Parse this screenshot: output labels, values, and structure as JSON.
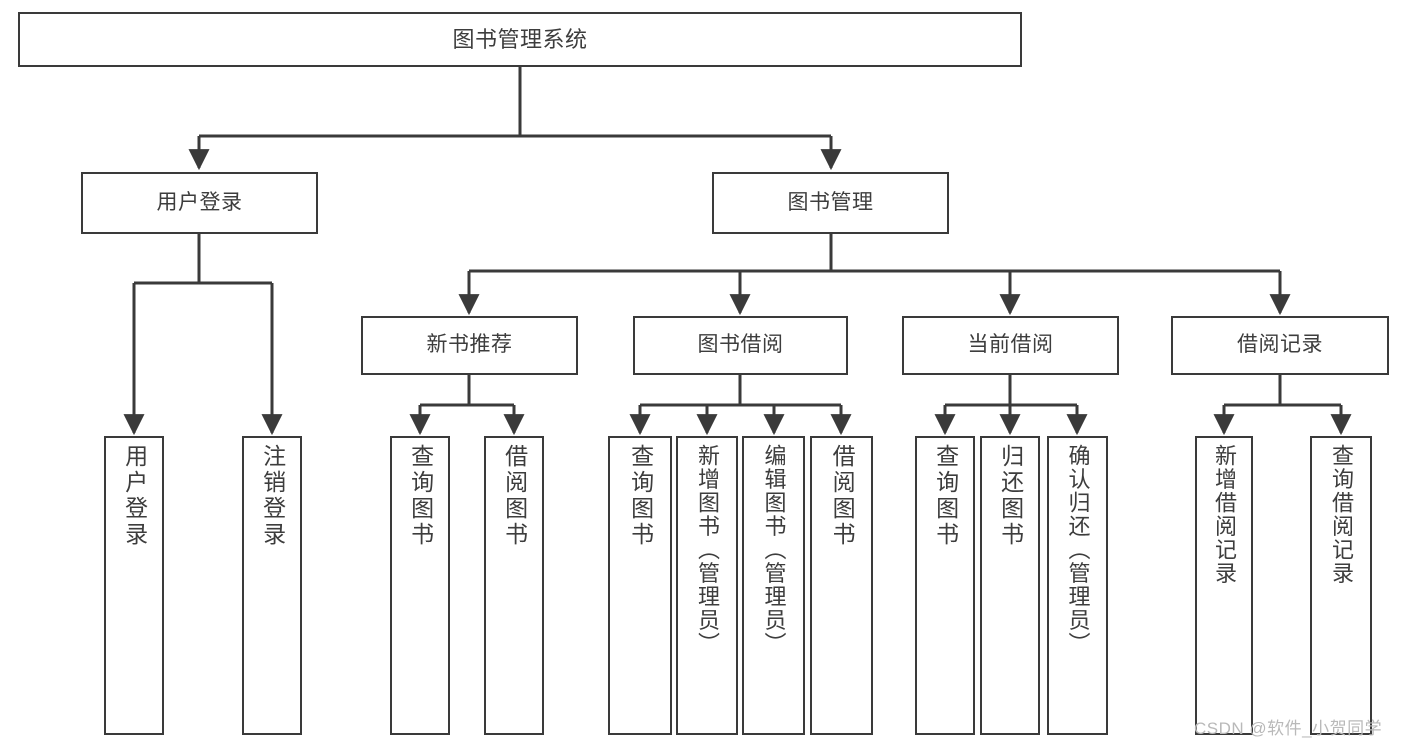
{
  "diagram": {
    "title": "图书管理系统",
    "type": "功能结构图",
    "watermark": "CSDN @软件_小贺同学",
    "colors": {
      "background": "#ffffff",
      "border": "#3a3a3a",
      "text": "#3d3d3d",
      "edge": "#3a3a3a",
      "watermark": "#b9b9b9"
    }
  },
  "nodes": {
    "root": {
      "label": "图书管理系统"
    },
    "level1": [
      {
        "id": "user-login",
        "label": "用户登录"
      },
      {
        "id": "book-manage",
        "label": "图书管理"
      }
    ],
    "level2": [
      {
        "id": "new-book-recommend",
        "label": "新书推荐"
      },
      {
        "id": "book-borrow",
        "label": "图书借阅"
      },
      {
        "id": "current-borrow",
        "label": "当前借阅"
      },
      {
        "id": "borrow-record",
        "label": "借阅记录"
      }
    ],
    "leaves": {
      "user_login": [
        {
          "id": "leaf-user-login",
          "label": "用户登录"
        },
        {
          "id": "leaf-user-logout",
          "label": "注销登录"
        }
      ],
      "new_book_recommend": [
        {
          "id": "leaf-query-book-1",
          "label": "查询图书"
        },
        {
          "id": "leaf-borrow-book-1",
          "label": "借阅图书"
        }
      ],
      "book_borrow": [
        {
          "id": "leaf-query-book-2",
          "label": "查询图书"
        },
        {
          "id": "leaf-add-book",
          "label": "新增图书（管理员）"
        },
        {
          "id": "leaf-edit-book",
          "label": "编辑图书（管理员）"
        },
        {
          "id": "leaf-borrow-book-2",
          "label": "借阅图书"
        }
      ],
      "current_borrow": [
        {
          "id": "leaf-query-book-3",
          "label": "查询图书"
        },
        {
          "id": "leaf-return-book",
          "label": "归还图书"
        },
        {
          "id": "leaf-confirm-return",
          "label": "确认归还（管理员）"
        }
      ],
      "borrow_record": [
        {
          "id": "leaf-add-record",
          "label": "新增借阅记录"
        },
        {
          "id": "leaf-query-record",
          "label": "查询借阅记录"
        }
      ]
    }
  }
}
